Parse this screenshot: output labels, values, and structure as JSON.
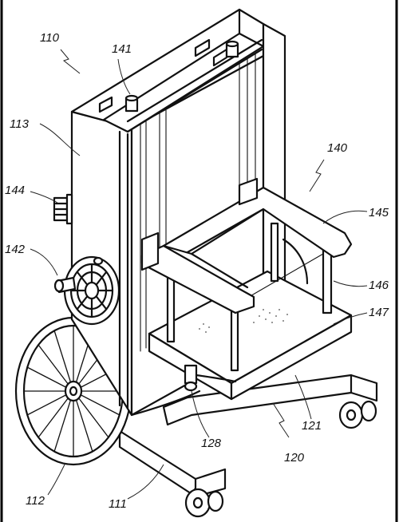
{
  "figure": {
    "labels": [
      {
        "key": "l110",
        "text": "110"
      },
      {
        "key": "l141",
        "text": "141"
      },
      {
        "key": "l113",
        "text": "113"
      },
      {
        "key": "l140",
        "text": "140"
      },
      {
        "key": "l144",
        "text": "144"
      },
      {
        "key": "l145",
        "text": "145"
      },
      {
        "key": "l142",
        "text": "142"
      },
      {
        "key": "l146",
        "text": "146"
      },
      {
        "key": "l147",
        "text": "147"
      },
      {
        "key": "l121",
        "text": "121"
      },
      {
        "key": "l128",
        "text": "128"
      },
      {
        "key": "l120",
        "text": "120"
      },
      {
        "key": "l112",
        "text": "112"
      },
      {
        "key": "l111",
        "text": "111"
      }
    ]
  }
}
